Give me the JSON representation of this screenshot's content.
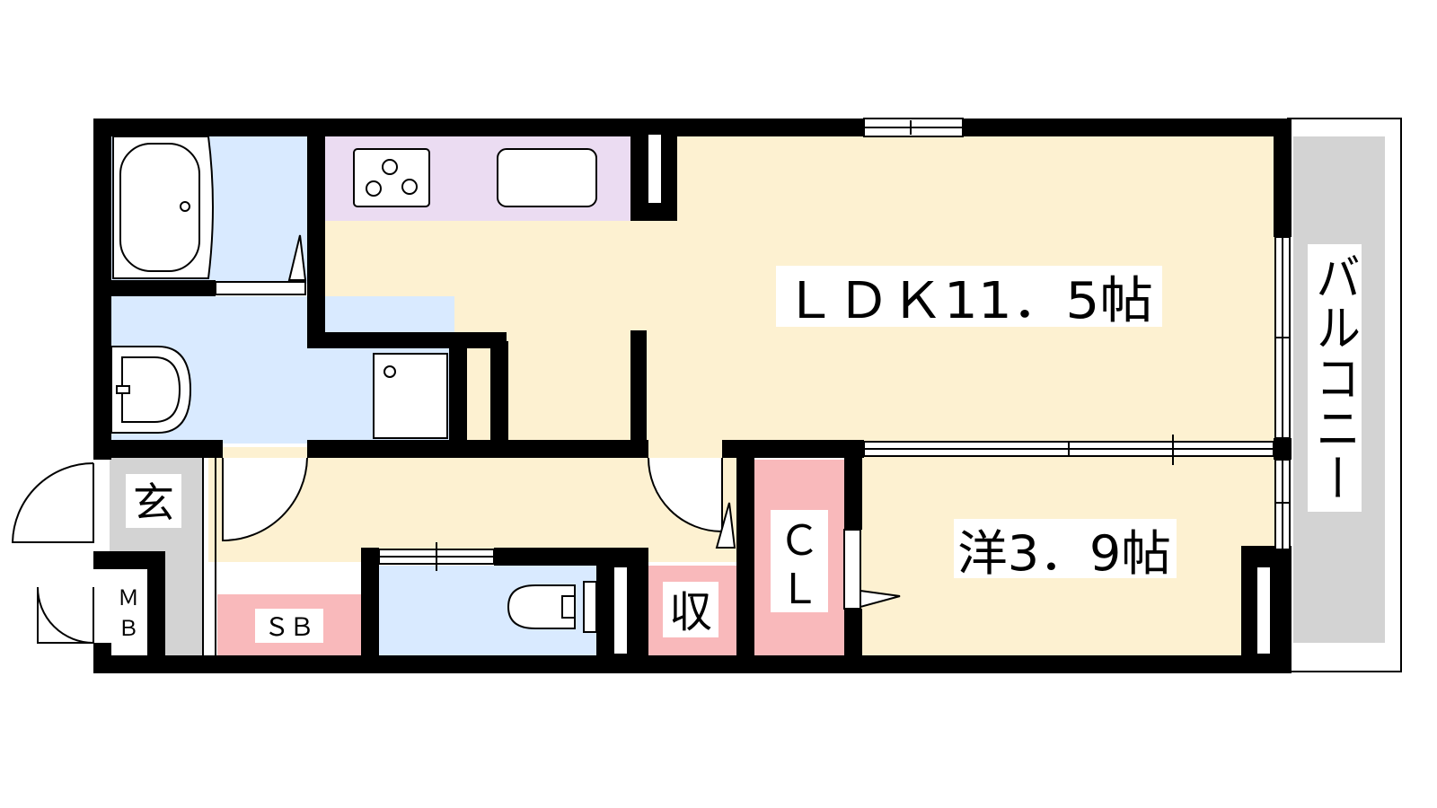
{
  "floorplan": {
    "colors": {
      "wall": "#000000",
      "ldk_floor": "#fdf1d1",
      "kitchen": "#ebdcf2",
      "wet_area": "#d9eaff",
      "storage": "#f9b9bb",
      "balcony": "#d3d3d3",
      "entrance": "#d3d3d3"
    },
    "rooms": {
      "ldk": "ＬＤＫ11．5帖",
      "western": "洋3．9帖",
      "closet_c": "Ｃ",
      "closet_l": "Ｌ",
      "storage": "収",
      "shoe_box": "ＳＢ",
      "entrance": "玄",
      "meter_m": "Ｍ",
      "meter_b": "Ｂ",
      "balcony": "バルコニー"
    },
    "icons": [
      "bathtub-icon",
      "washbasin-icon",
      "washing-machine-icon",
      "stove-icon",
      "kitchen-sink-icon",
      "toilet-icon"
    ]
  }
}
